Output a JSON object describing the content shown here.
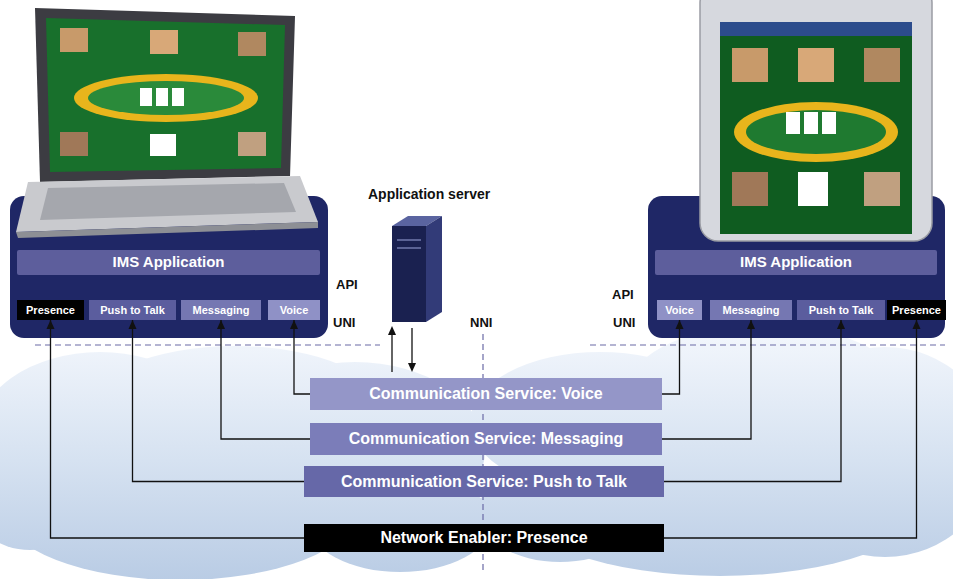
{
  "diagram": {
    "nodes": [
      {
        "text": [
          "IMS Application"
        ]
      },
      {
        "text": [
          "Presence"
        ]
      },
      {
        "text": [
          "Push to Talk"
        ]
      },
      {
        "text": [
          "Messaging"
        ]
      },
      {
        "text": [
          "Voice"
        ]
      },
      {
        "text": [
          "IMS Application"
        ]
      },
      {
        "text": [
          "Voice"
        ]
      },
      {
        "text": [
          "Messaging"
        ]
      },
      {
        "text": [
          "Push to Talk"
        ]
      },
      {
        "text": [
          "Presence"
        ]
      },
      {
        "text": [
          "Communication Service: Voice"
        ]
      },
      {
        "text": [
          "Communication Service: Messaging"
        ]
      },
      {
        "text": [
          "Communication Service: Push to Talk"
        ]
      },
      {
        "text": [
          "Network Enabler: Presence"
        ]
      }
    ],
    "edges": [
      {
        "from": 10,
        "to": 4,
        "arrow": "to"
      },
      {
        "from": 10,
        "to": 6,
        "arrow": "to"
      },
      {
        "from": 11,
        "to": 3,
        "arrow": "to"
      },
      {
        "from": 11,
        "to": 7,
        "arrow": "to"
      },
      {
        "from": 12,
        "to": 2,
        "arrow": "to"
      },
      {
        "from": 12,
        "to": 8,
        "arrow": "to"
      },
      {
        "from": 13,
        "to": 1,
        "arrow": "to"
      },
      {
        "from": 13,
        "to": 9,
        "arrow": "to"
      }
    ],
    "labels": [
      "Application server",
      "API",
      "UNI",
      "NNI",
      "API",
      "UNI"
    ]
  }
}
